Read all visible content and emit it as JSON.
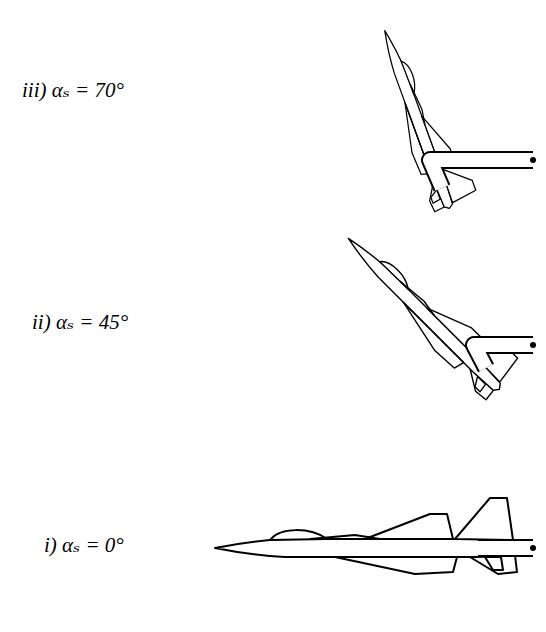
{
  "diagram": {
    "labels": [
      "iii) αₛ = 70°",
      "ii) αₛ = 45°",
      "i) αₛ = 0°"
    ]
  }
}
